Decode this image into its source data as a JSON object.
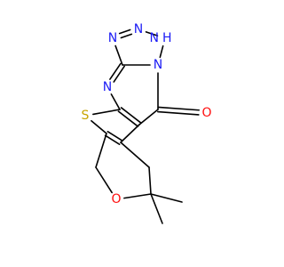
{
  "molecule": {
    "atoms": {
      "n_tz_top": {
        "symbol": "N",
        "color": "#1b1bf5"
      },
      "n_tz_left": {
        "symbol": "N",
        "color": "#1b1bf5"
      },
      "n_tz_right": {
        "symbol": "N",
        "suffix": "H",
        "color": "#1b1bf5"
      },
      "n_pyr": {
        "symbol": "N",
        "color": "#1b1bf5"
      },
      "n_bridge": {
        "symbol": "N",
        "color": "#1b1bf5"
      },
      "s_thio": {
        "symbol": "S",
        "color": "#c8a400"
      },
      "o_carbonyl": {
        "symbol": "O",
        "color": "#ff0d0d"
      },
      "o_pyran": {
        "symbol": "O",
        "color": "#ff0d0d"
      }
    },
    "bond_color": "#000000"
  }
}
